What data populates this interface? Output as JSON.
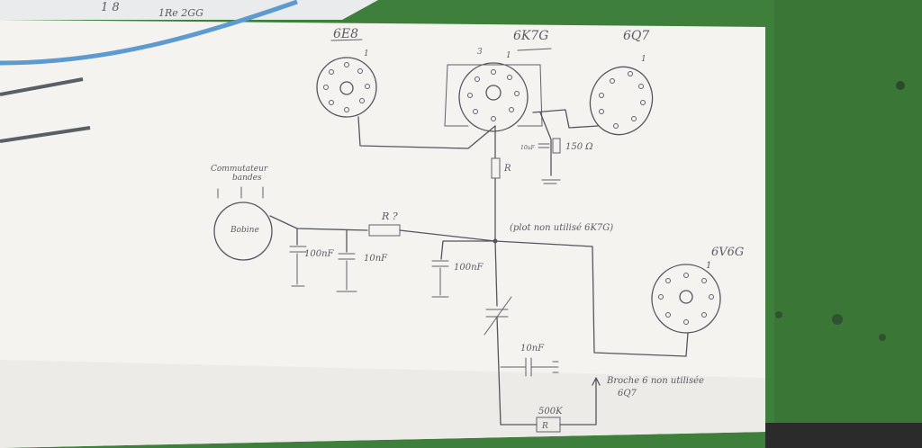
{
  "labels": {
    "tube_6e8": "6E8",
    "tube_6k7g": "6K7G",
    "tube_6q7": "6Q7",
    "tube_6v6g": "6V6G",
    "commutateur": "Commutateur",
    "bandes": "bandes",
    "bobine": "Bobine",
    "cap_100nf_left": "100nF",
    "cap_10nf_mid": "10nF",
    "cap_100nf_right": "100nF",
    "cap_10nf_bottom": "10nF",
    "resistor_q": "R ?",
    "resistor_r": "R",
    "res_150": "150 Ω",
    "cap_small": "10uF",
    "note_6k7g": "(plot non utilisé 6K7G)",
    "note_broche": "Broche 6 non utilisée",
    "note_6q7": "6Q7",
    "pot_500k": "500K",
    "pot_r": "R",
    "pin1_6e8": "1",
    "pin1_6k7g": "1",
    "pin3_6k7g": "3",
    "pin1_6q7": "1",
    "pin1_6v6g": "1",
    "corner_text_1": "1 8",
    "corner_text_2": "1Re 2GG"
  },
  "colors": {
    "paper": "#f4f2ee",
    "ink": "#55555f",
    "green_board": "#3d7d3a",
    "cable_blue": "#5d9ad0"
  }
}
